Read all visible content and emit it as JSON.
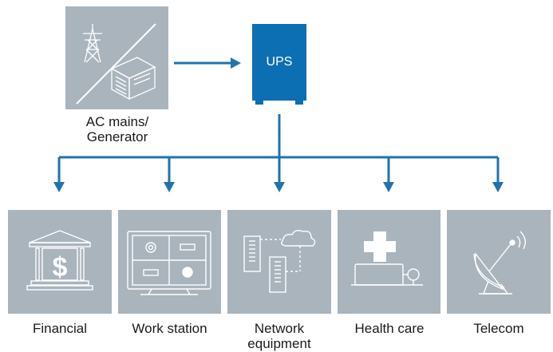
{
  "source": {
    "label_line1": "AC mains/",
    "label_line2": "Generator",
    "icons": [
      "power-tower-icon",
      "generator-icon"
    ]
  },
  "ups": {
    "label": "UPS",
    "color": "#0d6fb3"
  },
  "colors": {
    "tile": "#a9b4bd",
    "arrow": "#1e73b0",
    "icon_stroke": "#ffffff"
  },
  "loads": [
    {
      "label": "Financial",
      "icon": "bank-icon"
    },
    {
      "label": "Work station",
      "icon": "monitor-icon"
    },
    {
      "label_line1": "Network",
      "label_line2": "equipment",
      "icon": "network-icon"
    },
    {
      "label": "Health care",
      "icon": "medical-icon"
    },
    {
      "label": "Telecom",
      "icon": "satellite-dish-icon"
    }
  ]
}
